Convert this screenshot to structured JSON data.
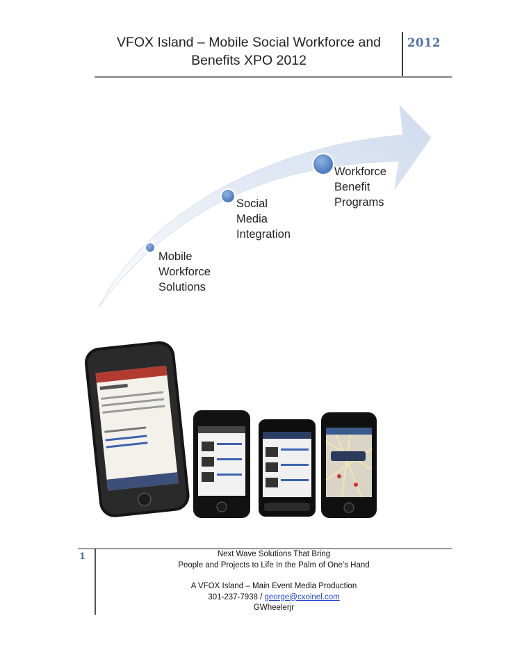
{
  "header": {
    "title_line1": "VFOX Island – Mobile Social Workforce and",
    "title_line2": "Benefits XPO 2012",
    "year": "2012"
  },
  "diagram": {
    "stages": [
      {
        "lines": [
          "Mobile",
          "Workforce",
          "Solutions"
        ]
      },
      {
        "lines": [
          "Social",
          "Media",
          "Integration"
        ]
      },
      {
        "lines": [
          "Workforce",
          "Benefit",
          "Programs"
        ]
      }
    ],
    "colors": {
      "arrow_light": "#dfe7f3",
      "arrow_edge": "#c9d6ea",
      "dot": "#4f7fc1"
    }
  },
  "footer": {
    "page_number": "1",
    "tagline_line1": "Next Wave Solutions That Bring",
    "tagline_line2": "People and Projects to Life In the Palm of One’s Hand",
    "production": "A VFOX Island – Main Event Media Production",
    "phone": "301-237-7938 / ",
    "email": "george@cxoinel.com",
    "author": "GWheelerjr"
  }
}
